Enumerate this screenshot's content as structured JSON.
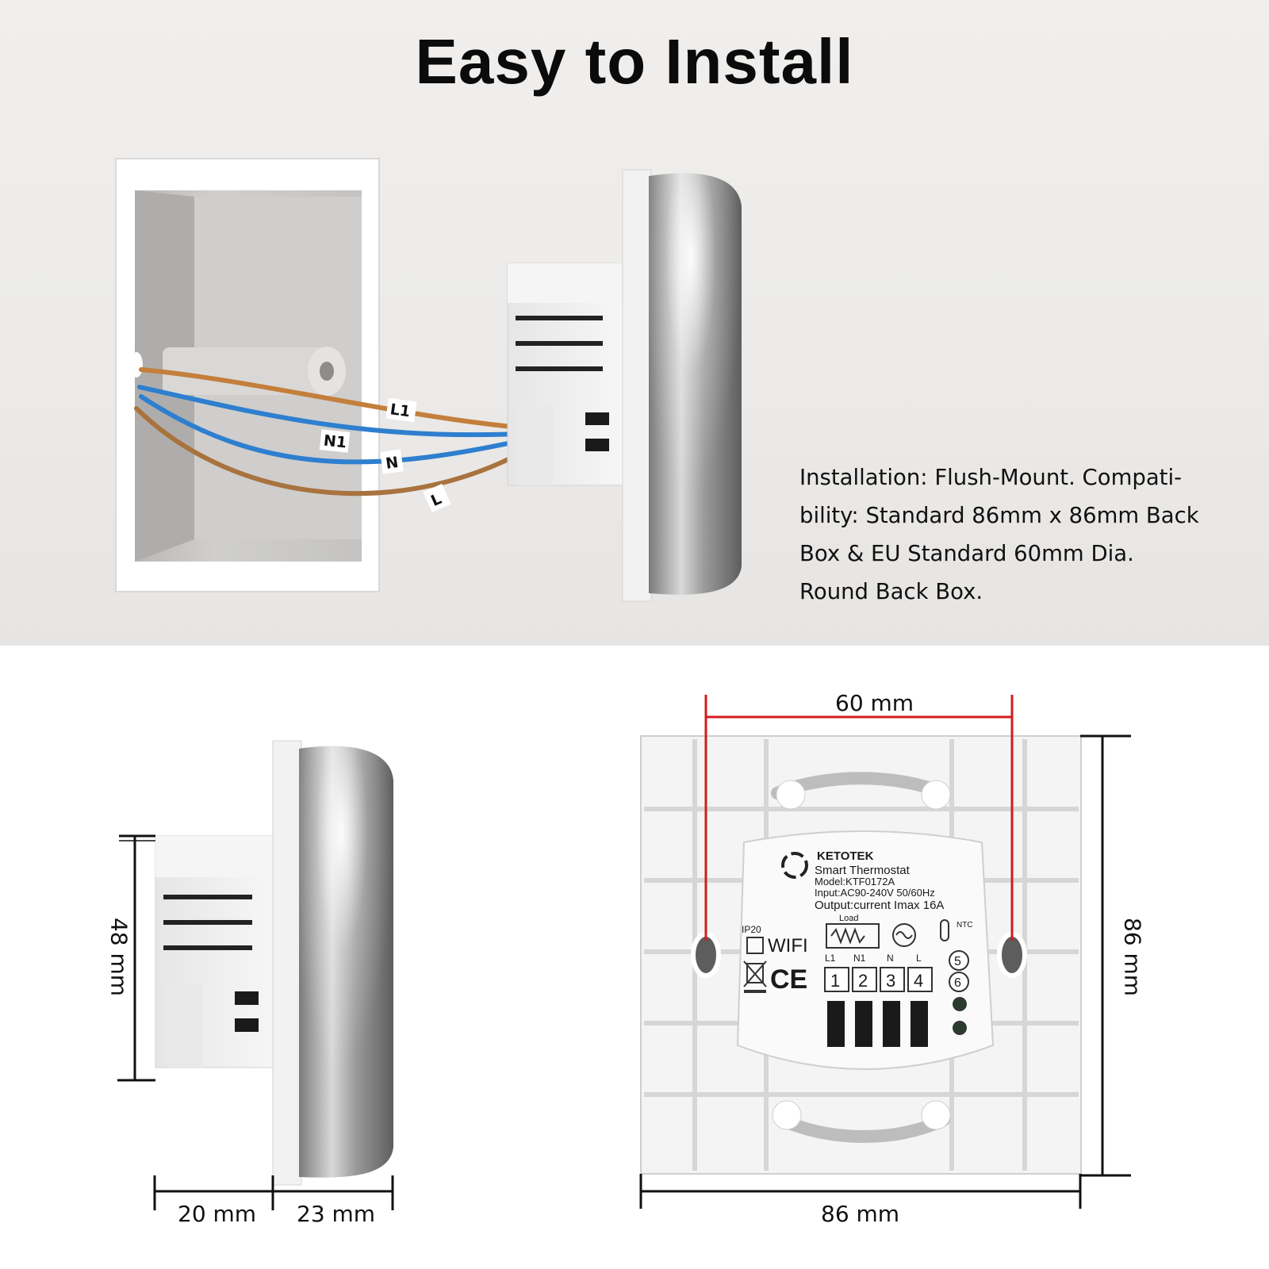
{
  "headline": "Easy to Install",
  "installation_text": "Installation: Flush-Mount. Compati-\nbility: Standard 86mm x 86mm Back\nBox & EU Standard 60mm Dia.\nRound Back Box.",
  "wire_labels": {
    "l1": "L1",
    "n1": "N1",
    "n": "N",
    "l": "L"
  },
  "dimensions": {
    "side_height": "48 mm",
    "side_depth_body": "20 mm",
    "side_depth_face": "23 mm",
    "hole_spacing": "60 mm",
    "plate_width": "86 mm",
    "plate_height": "86 mm"
  },
  "device_label": {
    "brand": "KETOTEK",
    "product": "Smart Thermostat",
    "model": "Model:KTF0172A",
    "input": "Input:AC90-240V 50/60Hz",
    "output": "Output:current Imax 16A",
    "ip_rating": "IP20",
    "wifi": "WIFI",
    "load": "Load",
    "ntc": "NTC",
    "ce": "CE",
    "terminal_labels": [
      "L1",
      "N1",
      "N",
      "L"
    ],
    "terminal_numbers": [
      "1",
      "2",
      "3",
      "4"
    ],
    "ntc_numbers": [
      "5",
      "6"
    ]
  },
  "colors": {
    "wire_brown": "#c47f3c",
    "wire_blue": "#2e7fcf",
    "wire_dark_brown": "#a8733f",
    "dimension_red": "#d21c1c",
    "dimension_black": "#111111"
  }
}
